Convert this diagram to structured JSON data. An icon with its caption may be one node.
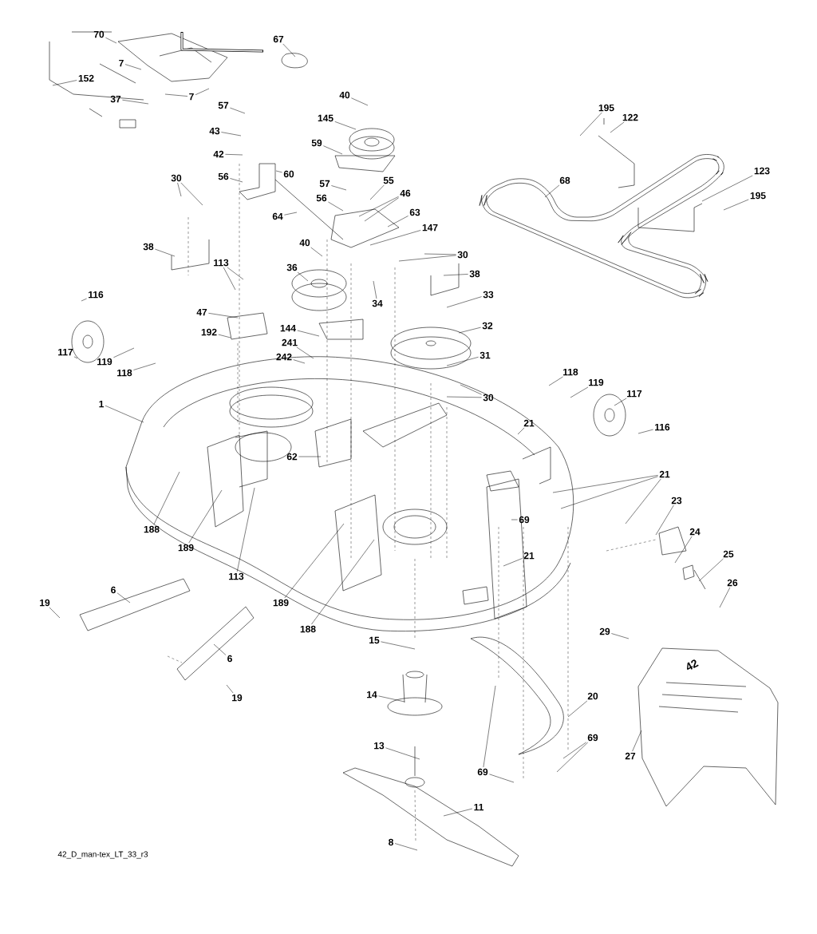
{
  "diagram": {
    "nodes": [
      {
        "text": [
          "70"
        ]
      },
      {
        "text": [
          "67"
        ]
      },
      {
        "text": [
          "7"
        ]
      },
      {
        "text": [
          "152"
        ]
      },
      {
        "text": [
          "7"
        ]
      },
      {
        "text": [
          "37"
        ]
      },
      {
        "text": [
          "40"
        ]
      },
      {
        "text": [
          "57"
        ]
      },
      {
        "text": [
          "195"
        ]
      },
      {
        "text": [
          "122"
        ]
      },
      {
        "text": [
          "145"
        ]
      },
      {
        "text": [
          "43"
        ]
      },
      {
        "text": [
          "59"
        ]
      },
      {
        "text": [
          "42"
        ]
      },
      {
        "text": [
          "123"
        ]
      },
      {
        "text": [
          "60"
        ]
      },
      {
        "text": [
          "56"
        ]
      },
      {
        "text": [
          "30"
        ]
      },
      {
        "text": [
          "68"
        ]
      },
      {
        "text": [
          "55"
        ]
      },
      {
        "text": [
          "57"
        ]
      },
      {
        "text": [
          "46"
        ]
      },
      {
        "text": [
          "195"
        ]
      },
      {
        "text": [
          "56"
        ]
      },
      {
        "text": [
          "63"
        ]
      },
      {
        "text": [
          "64"
        ]
      },
      {
        "text": [
          "147"
        ]
      },
      {
        "text": [
          "40"
        ]
      },
      {
        "text": [
          "38"
        ]
      },
      {
        "text": [
          "30"
        ]
      },
      {
        "text": [
          "113"
        ]
      },
      {
        "text": [
          "36"
        ]
      },
      {
        "text": [
          "38"
        ]
      },
      {
        "text": [
          "116"
        ]
      },
      {
        "text": [
          "33"
        ]
      },
      {
        "text": [
          "34"
        ]
      },
      {
        "text": [
          "47"
        ]
      },
      {
        "text": [
          "32"
        ]
      },
      {
        "text": [
          "144"
        ]
      },
      {
        "text": [
          "192"
        ]
      },
      {
        "text": [
          "241"
        ]
      },
      {
        "text": [
          "117"
        ]
      },
      {
        "text": [
          "31"
        ]
      },
      {
        "text": [
          "242"
        ]
      },
      {
        "text": [
          "119"
        ]
      },
      {
        "text": [
          "118"
        ]
      },
      {
        "text": [
          "118"
        ]
      },
      {
        "text": [
          "119"
        ]
      },
      {
        "text": [
          "117"
        ]
      },
      {
        "text": [
          "30"
        ]
      },
      {
        "text": [
          "1"
        ]
      },
      {
        "text": [
          "21"
        ]
      },
      {
        "text": [
          "116"
        ]
      },
      {
        "text": [
          "62"
        ]
      },
      {
        "text": [
          "21"
        ]
      },
      {
        "text": [
          "23"
        ]
      },
      {
        "text": [
          "69"
        ]
      },
      {
        "text": [
          "24"
        ]
      },
      {
        "text": [
          "188"
        ]
      },
      {
        "text": [
          "189"
        ]
      },
      {
        "text": [
          "25"
        ]
      },
      {
        "text": [
          "21"
        ]
      },
      {
        "text": [
          "113"
        ]
      },
      {
        "text": [
          "26"
        ]
      },
      {
        "text": [
          "6"
        ]
      },
      {
        "text": [
          "19"
        ]
      },
      {
        "text": [
          "189"
        ]
      },
      {
        "text": [
          "188"
        ]
      },
      {
        "text": [
          "29"
        ]
      },
      {
        "text": [
          "15"
        ]
      },
      {
        "text": [
          "6"
        ]
      },
      {
        "text": [
          "14"
        ]
      },
      {
        "text": [
          "20"
        ]
      },
      {
        "text": [
          "19"
        ]
      },
      {
        "text": [
          "69"
        ]
      },
      {
        "text": [
          "13"
        ]
      },
      {
        "text": [
          "27"
        ]
      },
      {
        "text": [
          "69"
        ]
      },
      {
        "text": [
          "11"
        ]
      },
      {
        "text": [
          "8"
        ]
      }
    ],
    "edges": [
      {
        "from": 0,
        "to": null,
        "arrow": "none"
      },
      {
        "from": 1,
        "to": null,
        "arrow": "none"
      },
      {
        "from": 2,
        "to": null,
        "arrow": "none"
      },
      {
        "from": 3,
        "to": null,
        "arrow": "none"
      },
      {
        "from": 4,
        "to": null,
        "arrow": "none"
      },
      {
        "from": 4,
        "to": null,
        "arrow": "none"
      },
      {
        "from": 5,
        "to": null,
        "arrow": "none"
      },
      {
        "from": 6,
        "to": null,
        "arrow": "none"
      },
      {
        "from": 7,
        "to": null,
        "arrow": "none"
      },
      {
        "from": 8,
        "to": null,
        "arrow": "none"
      },
      {
        "from": 9,
        "to": null,
        "arrow": "none"
      },
      {
        "from": 10,
        "to": null,
        "arrow": "none"
      },
      {
        "from": 11,
        "to": null,
        "arrow": "none"
      },
      {
        "from": 12,
        "to": null,
        "arrow": "none"
      },
      {
        "from": 13,
        "to": null,
        "arrow": "none"
      },
      {
        "from": 14,
        "to": null,
        "arrow": "none"
      },
      {
        "from": 15,
        "to": null,
        "arrow": "none"
      },
      {
        "from": 16,
        "to": null,
        "arrow": "none"
      },
      {
        "from": 17,
        "to": null,
        "arrow": "none"
      },
      {
        "from": 17,
        "to": null,
        "arrow": "none"
      },
      {
        "from": 18,
        "to": null,
        "arrow": "none"
      },
      {
        "from": 19,
        "to": null,
        "arrow": "none"
      },
      {
        "from": 20,
        "to": null,
        "arrow": "none"
      },
      {
        "from": 21,
        "to": null,
        "arrow": "none"
      },
      {
        "from": 21,
        "to": null,
        "arrow": "none"
      },
      {
        "from": 22,
        "to": null,
        "arrow": "none"
      },
      {
        "from": 23,
        "to": null,
        "arrow": "none"
      },
      {
        "from": 24,
        "to": null,
        "arrow": "none"
      },
      {
        "from": 25,
        "to": null,
        "arrow": "none"
      },
      {
        "from": 26,
        "to": null,
        "arrow": "none"
      },
      {
        "from": 27,
        "to": null,
        "arrow": "none"
      },
      {
        "from": 28,
        "to": null,
        "arrow": "none"
      },
      {
        "from": 29,
        "to": null,
        "arrow": "none"
      },
      {
        "from": 29,
        "to": null,
        "arrow": "none"
      },
      {
        "from": 30,
        "to": null,
        "arrow": "none"
      },
      {
        "from": 30,
        "to": null,
        "arrow": "none"
      },
      {
        "from": 31,
        "to": null,
        "arrow": "none"
      },
      {
        "from": 32,
        "to": null,
        "arrow": "none"
      },
      {
        "from": 33,
        "to": null,
        "arrow": "none"
      },
      {
        "from": 34,
        "to": null,
        "arrow": "none"
      },
      {
        "from": 35,
        "to": null,
        "arrow": "none"
      },
      {
        "from": 36,
        "to": null,
        "arrow": "none"
      },
      {
        "from": 37,
        "to": null,
        "arrow": "none"
      },
      {
        "from": 38,
        "to": null,
        "arrow": "none"
      },
      {
        "from": 39,
        "to": null,
        "arrow": "none"
      },
      {
        "from": 40,
        "to": null,
        "arrow": "none"
      },
      {
        "from": 41,
        "to": null,
        "arrow": "none"
      },
      {
        "from": 42,
        "to": null,
        "arrow": "none"
      },
      {
        "from": 43,
        "to": null,
        "arrow": "none"
      },
      {
        "from": 44,
        "to": null,
        "arrow": "none"
      },
      {
        "from": 45,
        "to": null,
        "arrow": "none"
      },
      {
        "from": 46,
        "to": null,
        "arrow": "none"
      },
      {
        "from": 47,
        "to": null,
        "arrow": "none"
      },
      {
        "from": 48,
        "to": null,
        "arrow": "none"
      },
      {
        "from": 49,
        "to": null,
        "arrow": "none"
      },
      {
        "from": 49,
        "to": null,
        "arrow": "none"
      },
      {
        "from": 50,
        "to": null,
        "arrow": "none"
      },
      {
        "from": 51,
        "to": null,
        "arrow": "none"
      },
      {
        "from": 52,
        "to": null,
        "arrow": "none"
      },
      {
        "from": 53,
        "to": null,
        "arrow": "none"
      },
      {
        "from": 54,
        "to": null,
        "arrow": "none"
      },
      {
        "from": 54,
        "to": null,
        "arrow": "none"
      },
      {
        "from": 54,
        "to": null,
        "arrow": "none"
      },
      {
        "from": 55,
        "to": null,
        "arrow": "none"
      },
      {
        "from": 56,
        "to": null,
        "arrow": "none"
      },
      {
        "from": 57,
        "to": null,
        "arrow": "none"
      },
      {
        "from": 58,
        "to": null,
        "arrow": "none"
      },
      {
        "from": 59,
        "to": null,
        "arrow": "none"
      },
      {
        "from": 60,
        "to": null,
        "arrow": "none"
      },
      {
        "from": 61,
        "to": null,
        "arrow": "none"
      },
      {
        "from": 62,
        "to": null,
        "arrow": "none"
      },
      {
        "from": 63,
        "to": null,
        "arrow": "none"
      },
      {
        "from": 64,
        "to": null,
        "arrow": "none"
      },
      {
        "from": 65,
        "to": null,
        "arrow": "none"
      },
      {
        "from": 66,
        "to": null,
        "arrow": "none"
      },
      {
        "from": 67,
        "to": null,
        "arrow": "none"
      },
      {
        "from": 68,
        "to": null,
        "arrow": "none"
      },
      {
        "from": 69,
        "to": null,
        "arrow": "none"
      },
      {
        "from": 70,
        "to": null,
        "arrow": "none"
      },
      {
        "from": 71,
        "to": null,
        "arrow": "none"
      },
      {
        "from": 72,
        "to": null,
        "arrow": "none"
      },
      {
        "from": 73,
        "to": null,
        "arrow": "none"
      },
      {
        "from": 74,
        "to": null,
        "arrow": "none"
      },
      {
        "from": 74,
        "to": null,
        "arrow": "none"
      },
      {
        "from": 75,
        "to": null,
        "arrow": "none"
      },
      {
        "from": 76,
        "to": null,
        "arrow": "none"
      },
      {
        "from": 77,
        "to": null,
        "arrow": "none"
      },
      {
        "from": 77,
        "to": null,
        "arrow": "none"
      },
      {
        "from": 78,
        "to": null,
        "arrow": "none"
      },
      {
        "from": 79,
        "to": null,
        "arrow": "none"
      }
    ],
    "labels": [
      "42",
      "42_D_man-tex_LT_33_r3"
    ]
  }
}
